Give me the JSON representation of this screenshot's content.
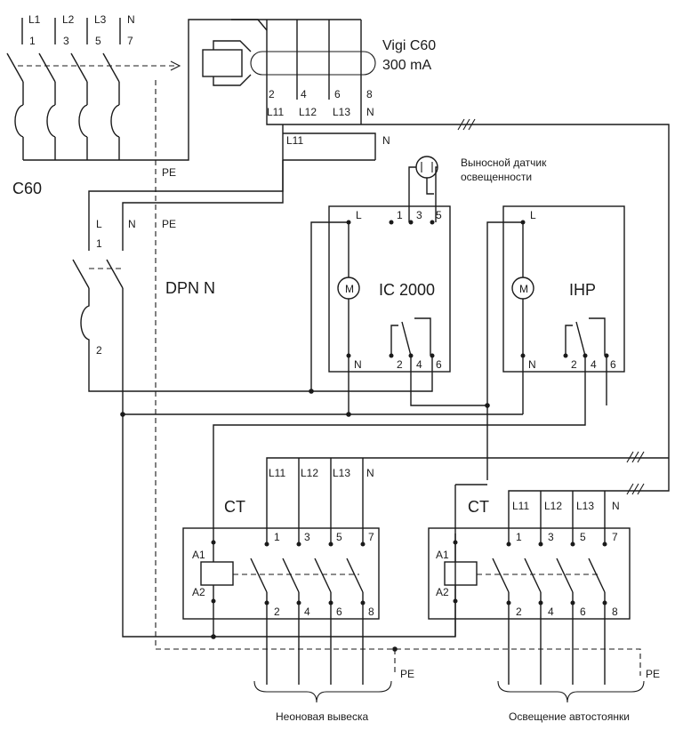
{
  "breaker_c60": {
    "name": "C60",
    "top_labels": [
      "L1",
      "L2",
      "L3",
      "N"
    ],
    "top_numbers": [
      "1",
      "3",
      "5",
      "7"
    ]
  },
  "rcd": {
    "name": "Vigi C60",
    "rating": "300 mA",
    "terminals": [
      {
        "num": "2",
        "line": "L11"
      },
      {
        "num": "4",
        "line": "L12"
      },
      {
        "num": "6",
        "line": "L13"
      },
      {
        "num": "8",
        "line": "N"
      }
    ]
  },
  "feed": {
    "line": "L11",
    "neutral": "N"
  },
  "pe_label": "PE",
  "dpn": {
    "name": "DPN N",
    "top": [
      "L",
      "N",
      "PE"
    ],
    "in_num": "1",
    "out_num": "2"
  },
  "sensor": {
    "label_line1": "Выносной датчик",
    "label_line2": "освещенности"
  },
  "ic2000": {
    "name": "IC 2000",
    "motor": "M",
    "top": [
      "L",
      "1",
      "3",
      "5"
    ],
    "bottom": [
      "N",
      "2",
      "4",
      "6"
    ]
  },
  "ihp": {
    "name": "IHP",
    "motor": "M",
    "top": [
      "L"
    ],
    "bottom": [
      "N",
      "2",
      "4",
      "6"
    ]
  },
  "ct_left": {
    "name": "CT",
    "lines": [
      "L11",
      "L12",
      "L13",
      "N"
    ],
    "top_nums": [
      "1",
      "3",
      "5",
      "7"
    ],
    "bottom_nums": [
      "2",
      "4",
      "6",
      "8"
    ],
    "coil": [
      "A1",
      "A2"
    ]
  },
  "ct_right": {
    "name": "CT",
    "lines": [
      "L11",
      "L12",
      "L13",
      "N"
    ],
    "top_nums": [
      "1",
      "3",
      "5",
      "7"
    ],
    "bottom_nums": [
      "2",
      "4",
      "6",
      "8"
    ],
    "coil": [
      "A1",
      "A2"
    ]
  },
  "loads": {
    "left": "Неоновая вывеска",
    "right": "Освещение автостоянки",
    "pe": "PE"
  }
}
